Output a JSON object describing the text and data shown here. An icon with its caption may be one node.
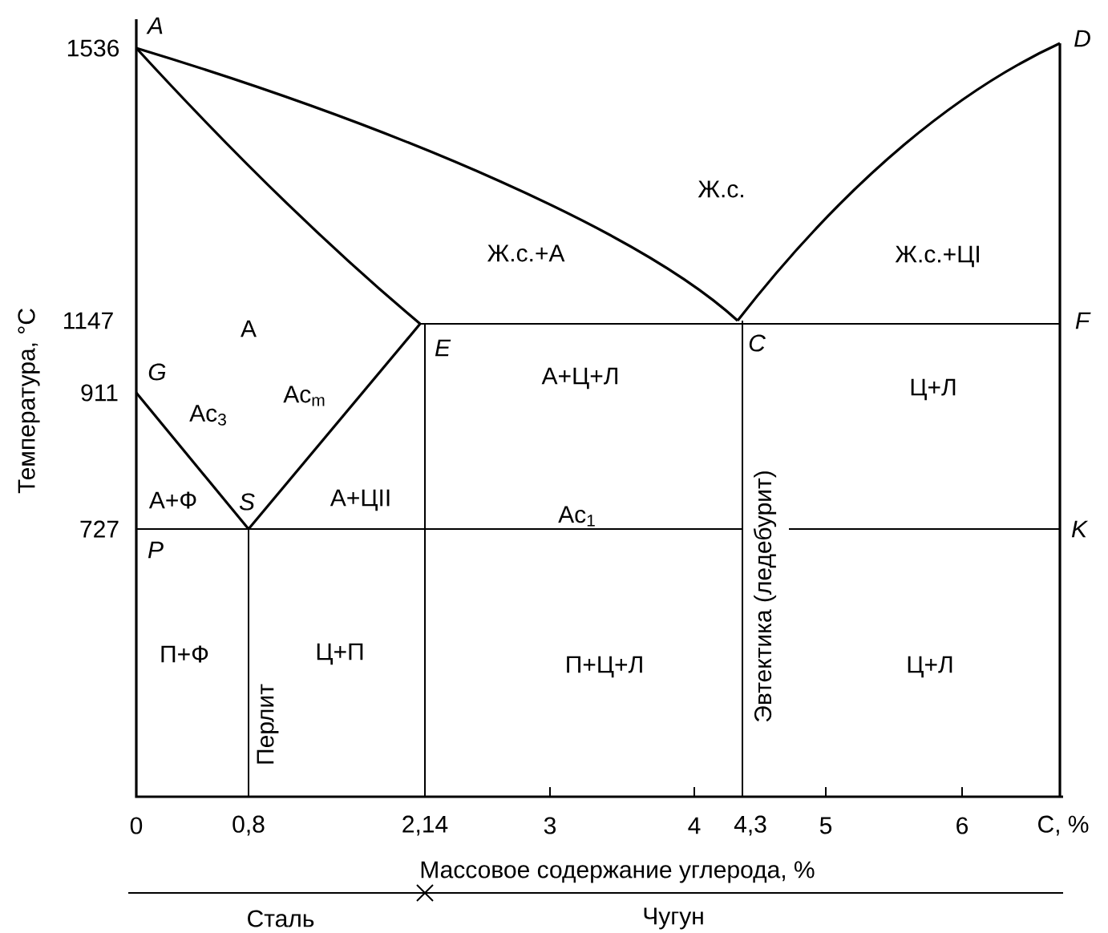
{
  "diagram": {
    "labels": [
      "A",
      "1536",
      "D",
      "Ж.с.",
      "Ж.с.+А",
      "Ж.с.+ЦI",
      "Температура, °C",
      "1147",
      "А",
      "E",
      "C",
      "F",
      "G",
      "911",
      "Ac$_{3}$",
      "Ac$_{m}$",
      "А+Ц+Л",
      "Ц+Л",
      "А+Ф",
      "S",
      "А+ЦII",
      "Ac$_{1}$",
      "727",
      "P",
      "K",
      "П+Ф",
      "Перлит",
      "Ц+П",
      "П+Ц+Л",
      "Эвтектика (ледебурит)",
      "Ц+Л",
      "0",
      "0,8",
      "2,14",
      "3",
      "4",
      "4,3",
      "5",
      "6",
      "С, %",
      "Массовое содержание углерода, %",
      "Сталь",
      "Чугун"
    ]
  }
}
